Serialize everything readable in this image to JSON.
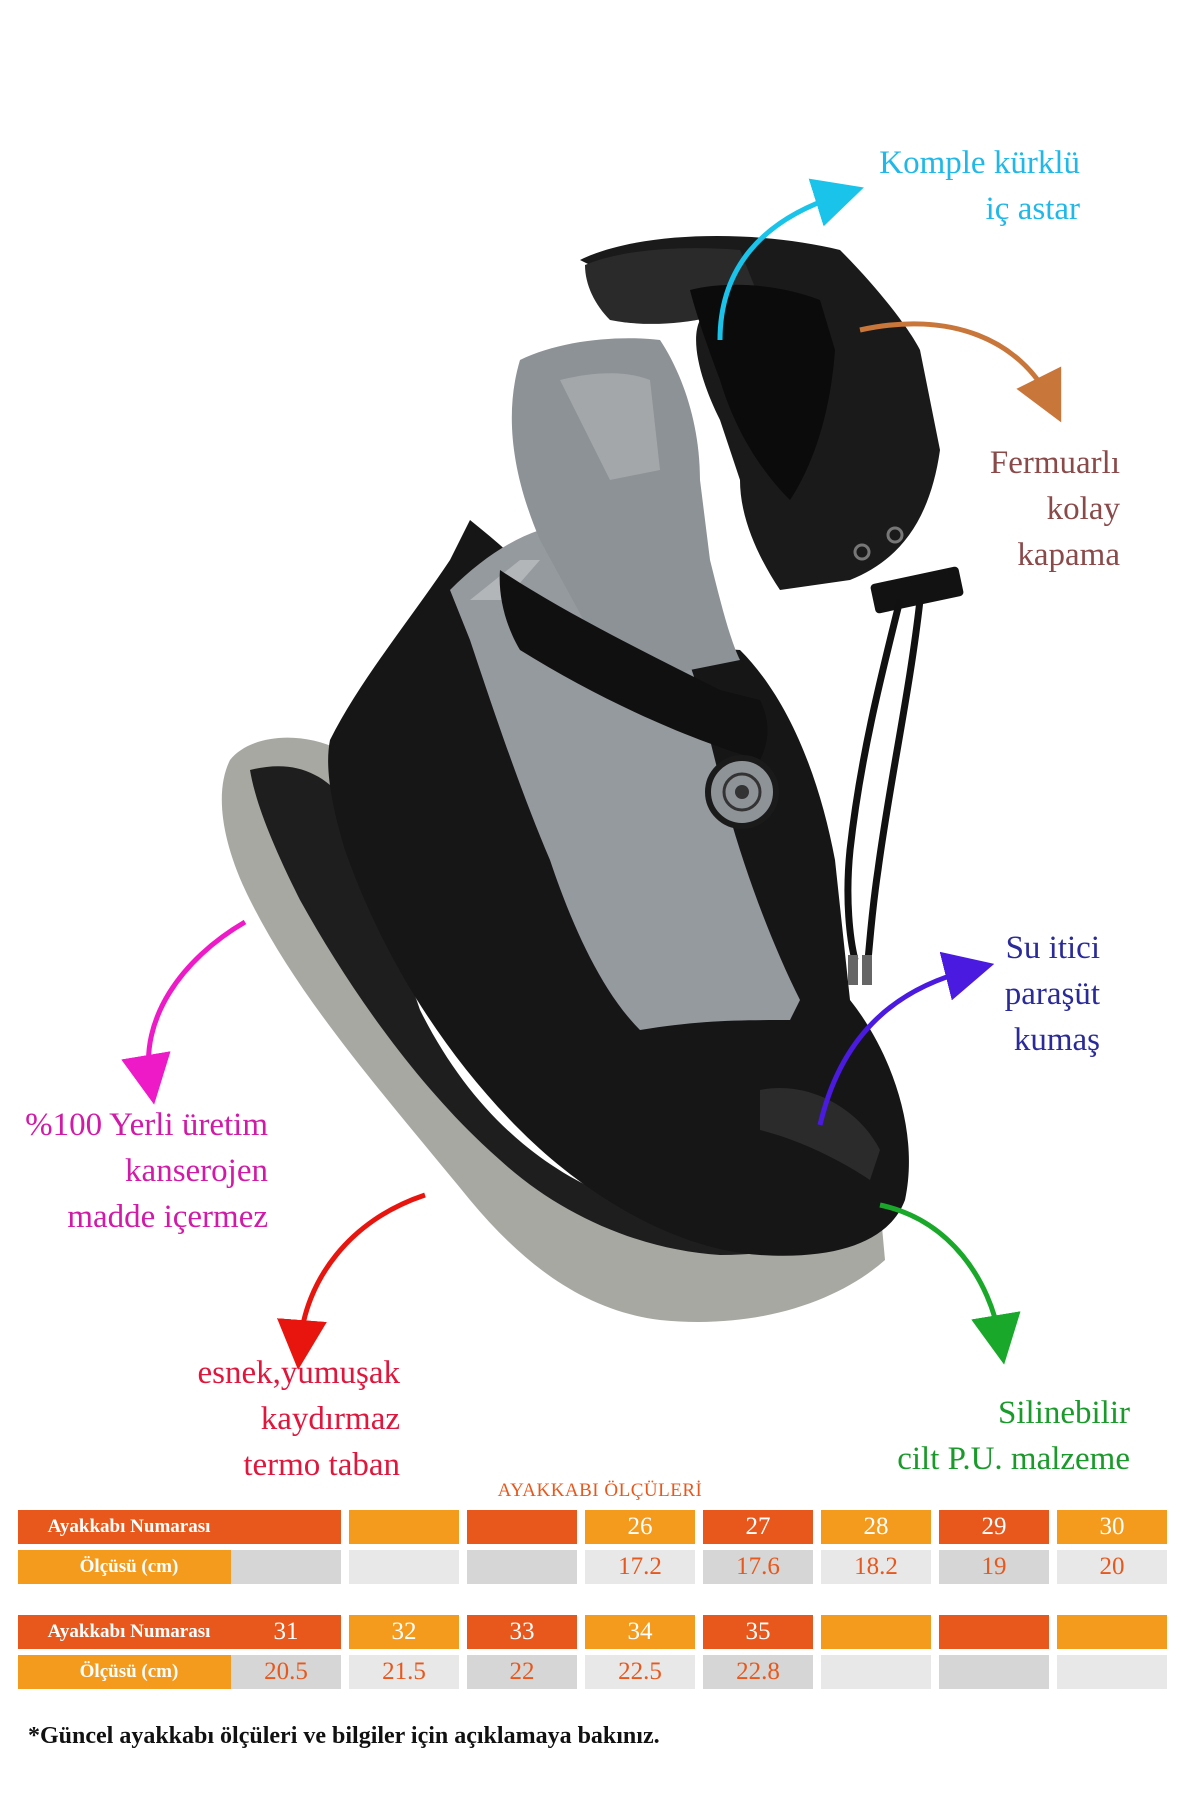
{
  "callouts": {
    "fur_lining": {
      "line1": "Komple kürklü",
      "line2": "iç astar",
      "color": "#1fb8e8"
    },
    "zipper": {
      "line1": "Fermuarlı",
      "line2": "kolay",
      "line3": "kapama",
      "color": "#8b4a4a"
    },
    "water_repellent": {
      "line1": "Su itici",
      "line2": "paraşüt",
      "line3": "kumaş",
      "color": "#2a2a9a"
    },
    "domestic": {
      "line1": "%100 Yerli üretim",
      "line2": "kanserojen",
      "line3": "madde içermez",
      "color": "#d21aa8"
    },
    "sole": {
      "line1": "esnek,yumuşak",
      "line2": "kaydırmaz",
      "line3": "termo taban",
      "color": "#e0163c"
    },
    "wipeable": {
      "line1": "Silinebilir",
      "line2": "cilt P.U. malzeme",
      "color": "#1a9a2a"
    }
  },
  "arrow_colors": {
    "cyan": "#19c3ea",
    "brown": "#c8763a",
    "blue": "#4a1ae0",
    "magenta": "#ee1ac8",
    "red": "#e8150f",
    "green": "#1aa82a"
  },
  "size_chart": {
    "title": "AYAKKABI ÖLÇÜLERİ",
    "row_label_number": "Ayakkabı Numarası",
    "row_label_measure": "Ölçüsü (cm)",
    "table1": {
      "numbers": [
        "",
        "",
        "",
        "26",
        "27",
        "28",
        "29",
        "30"
      ],
      "measures": [
        "",
        "",
        "",
        "17.2",
        "17.6",
        "18.2",
        "19",
        "20"
      ]
    },
    "table2": {
      "numbers": [
        "31",
        "32",
        "33",
        "34",
        "35",
        "",
        "",
        ""
      ],
      "measures": [
        "20.5",
        "21.5",
        "22",
        "22.5",
        "22.8",
        "",
        "",
        ""
      ]
    },
    "colors": {
      "dark": "#e8581c",
      "light": "#f49b1e",
      "gray1": "#d6d6d6",
      "gray2": "#e8e8e8"
    }
  },
  "footnote": "*Güncel ayakkabı ölçüleri ve bilgiler için açıklamaya bakınız."
}
